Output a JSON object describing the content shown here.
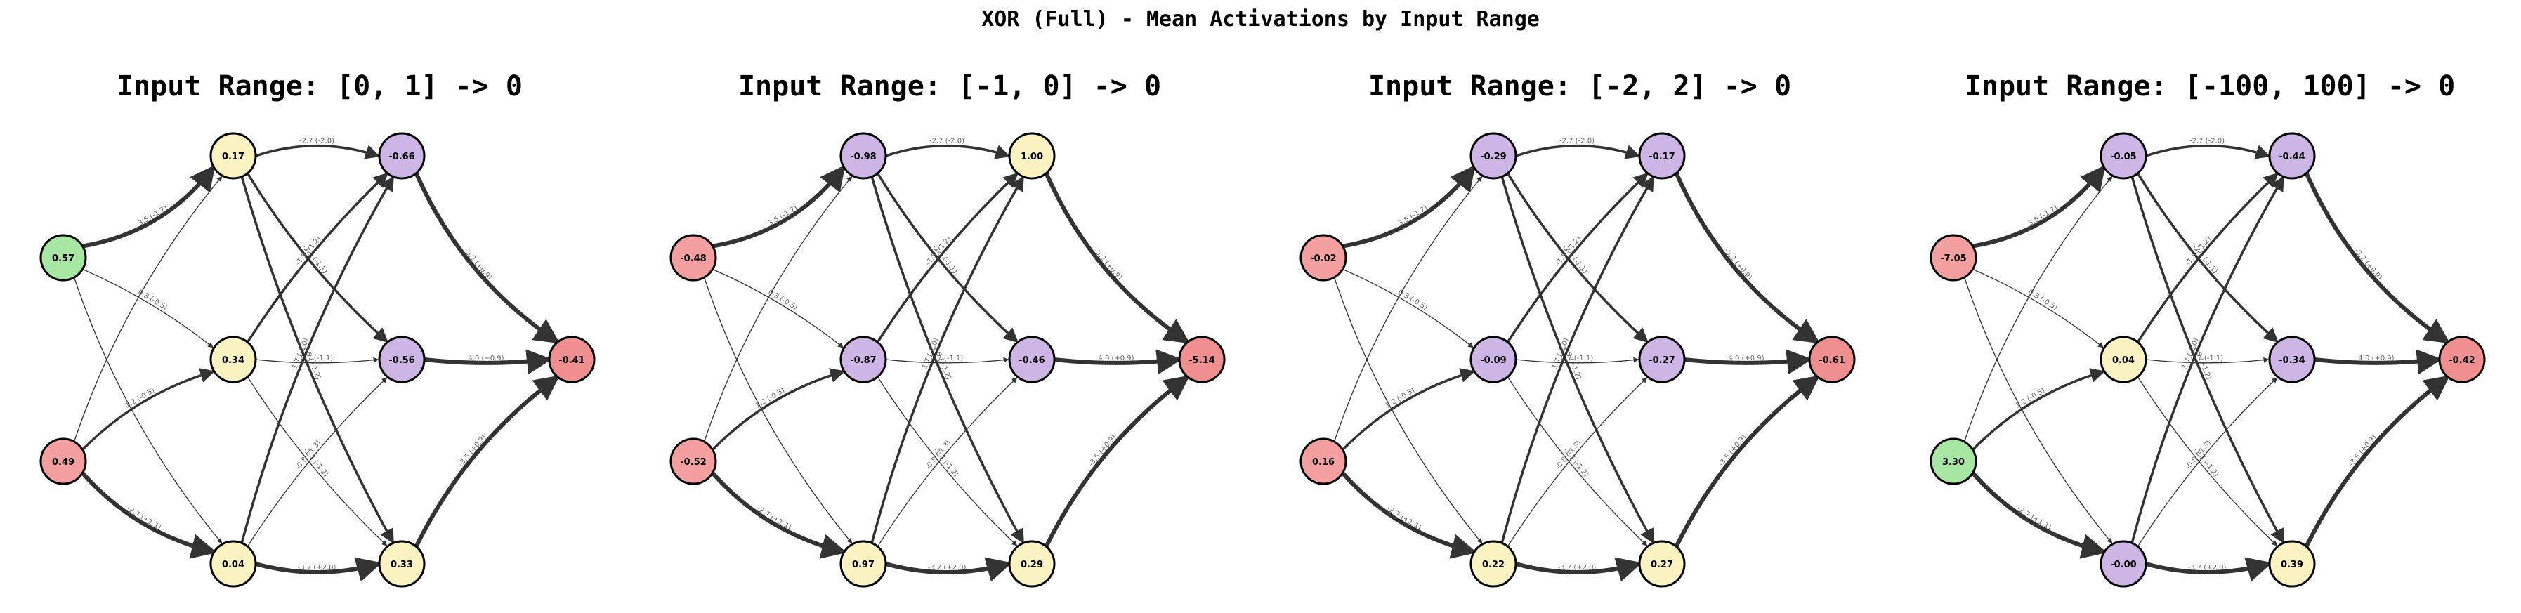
{
  "figure": {
    "title": "XOR (Full) - Mean Activations by Input Range"
  },
  "colors": {
    "positive_input": "#a8e6a3",
    "negative_input": "#f4a0a0",
    "hidden_positive": "#fbf3c1",
    "hidden_negative": "#cdb6e6",
    "output": "#f08f8f",
    "edge": "#333333",
    "node_border": "#000000"
  },
  "network": {
    "nodes": [
      {
        "id": "i1",
        "layer": "input"
      },
      {
        "id": "i2",
        "layer": "input"
      },
      {
        "id": "a1",
        "layer": "hidden1"
      },
      {
        "id": "a2",
        "layer": "hidden1"
      },
      {
        "id": "a3",
        "layer": "hidden1"
      },
      {
        "id": "b1",
        "layer": "hidden2"
      },
      {
        "id": "b2",
        "layer": "hidden2"
      },
      {
        "id": "b3",
        "layer": "hidden2"
      },
      {
        "id": "o",
        "layer": "output"
      }
    ],
    "edges": [
      {
        "from": "i1",
        "to": "a1",
        "label": "3.5 (-1.7)",
        "weight": 4
      },
      {
        "from": "i1",
        "to": "a2",
        "label": "0.3 (-0.5)",
        "weight": 1
      },
      {
        "from": "i1",
        "to": "a3",
        "label": "",
        "weight": 1
      },
      {
        "from": "i2",
        "to": "a1",
        "label": "",
        "weight": 1
      },
      {
        "from": "i2",
        "to": "a2",
        "label": "1.2 (-0.5)",
        "weight": 3
      },
      {
        "from": "i2",
        "to": "a3",
        "label": "-2.7 (+1.1)",
        "weight": 4
      },
      {
        "from": "a1",
        "to": "b1",
        "label": "-2.7 (-2.0)",
        "weight": 3
      },
      {
        "from": "a1",
        "to": "b2",
        "label": "-2.1 (-1.1)",
        "weight": 3
      },
      {
        "from": "a1",
        "to": "b3",
        "label": "-1.5 (+1.2)",
        "weight": 3
      },
      {
        "from": "a2",
        "to": "b1",
        "label": "-1.5 (-1.2)",
        "weight": 3
      },
      {
        "from": "a2",
        "to": "b2",
        "label": "0.7 (-1.1)",
        "weight": 1
      },
      {
        "from": "a2",
        "to": "b3",
        "label": "-1.7 (-1.2)",
        "weight": 1
      },
      {
        "from": "a3",
        "to": "b1",
        "label": "1.7 (-2.0)",
        "weight": 3
      },
      {
        "from": "a3",
        "to": "b2",
        "label": "-0.8 (-1.3)",
        "weight": 1
      },
      {
        "from": "a3",
        "to": "b3",
        "label": "-3.7 (+2.0)",
        "weight": 4
      },
      {
        "from": "b1",
        "to": "o",
        "label": "-3.2 (+0.9)",
        "weight": 4
      },
      {
        "from": "b2",
        "to": "o",
        "label": "4.0 (+0.9)",
        "weight": 4
      },
      {
        "from": "b3",
        "to": "o",
        "label": "-3.5 (+0.9)",
        "weight": 4
      }
    ]
  },
  "panels": [
    {
      "title": "Input Range: [0, 1] -> 0",
      "activations": {
        "i1": "0.57",
        "i2": "0.49",
        "a1": "0.17",
        "a2": "0.34",
        "a3": "0.04",
        "b1": "-0.66",
        "b2": "-0.56",
        "b3": "0.33",
        "o": "-0.41"
      },
      "fills": {
        "i1": "positive_input",
        "i2": "negative_input",
        "a1": "hidden_positive",
        "a2": "hidden_positive",
        "a3": "hidden_positive",
        "b1": "hidden_negative",
        "b2": "hidden_negative",
        "b3": "hidden_positive",
        "o": "output"
      }
    },
    {
      "title": "Input Range: [-1, 0] -> 0",
      "activations": {
        "i1": "-0.48",
        "i2": "-0.52",
        "a1": "-0.98",
        "a2": "-0.87",
        "a3": "0.97",
        "b1": "1.00",
        "b2": "-0.46",
        "b3": "0.29",
        "o": "-5.14"
      },
      "fills": {
        "i1": "negative_input",
        "i2": "negative_input",
        "a1": "hidden_negative",
        "a2": "hidden_negative",
        "a3": "hidden_positive",
        "b1": "hidden_positive",
        "b2": "hidden_negative",
        "b3": "hidden_positive",
        "o": "output"
      }
    },
    {
      "title": "Input Range: [-2, 2] -> 0",
      "activations": {
        "i1": "-0.02",
        "i2": "0.16",
        "a1": "-0.29",
        "a2": "-0.09",
        "a3": "0.22",
        "b1": "-0.17",
        "b2": "-0.27",
        "b3": "0.27",
        "o": "-0.61"
      },
      "fills": {
        "i1": "negative_input",
        "i2": "negative_input",
        "a1": "hidden_negative",
        "a2": "hidden_negative",
        "a3": "hidden_positive",
        "b1": "hidden_negative",
        "b2": "hidden_negative",
        "b3": "hidden_positive",
        "o": "output"
      }
    },
    {
      "title": "Input Range: [-100, 100] -> 0",
      "activations": {
        "i1": "-7.05",
        "i2": "3.30",
        "a1": "-0.05",
        "a2": "0.04",
        "a3": "-0.00",
        "b1": "-0.44",
        "b2": "-0.34",
        "b3": "0.39",
        "o": "-0.42"
      },
      "fills": {
        "i1": "negative_input",
        "i2": "positive_input",
        "a1": "hidden_negative",
        "a2": "hidden_positive",
        "a3": "hidden_negative",
        "b1": "hidden_negative",
        "b2": "hidden_negative",
        "b3": "hidden_positive",
        "o": "output"
      }
    }
  ]
}
